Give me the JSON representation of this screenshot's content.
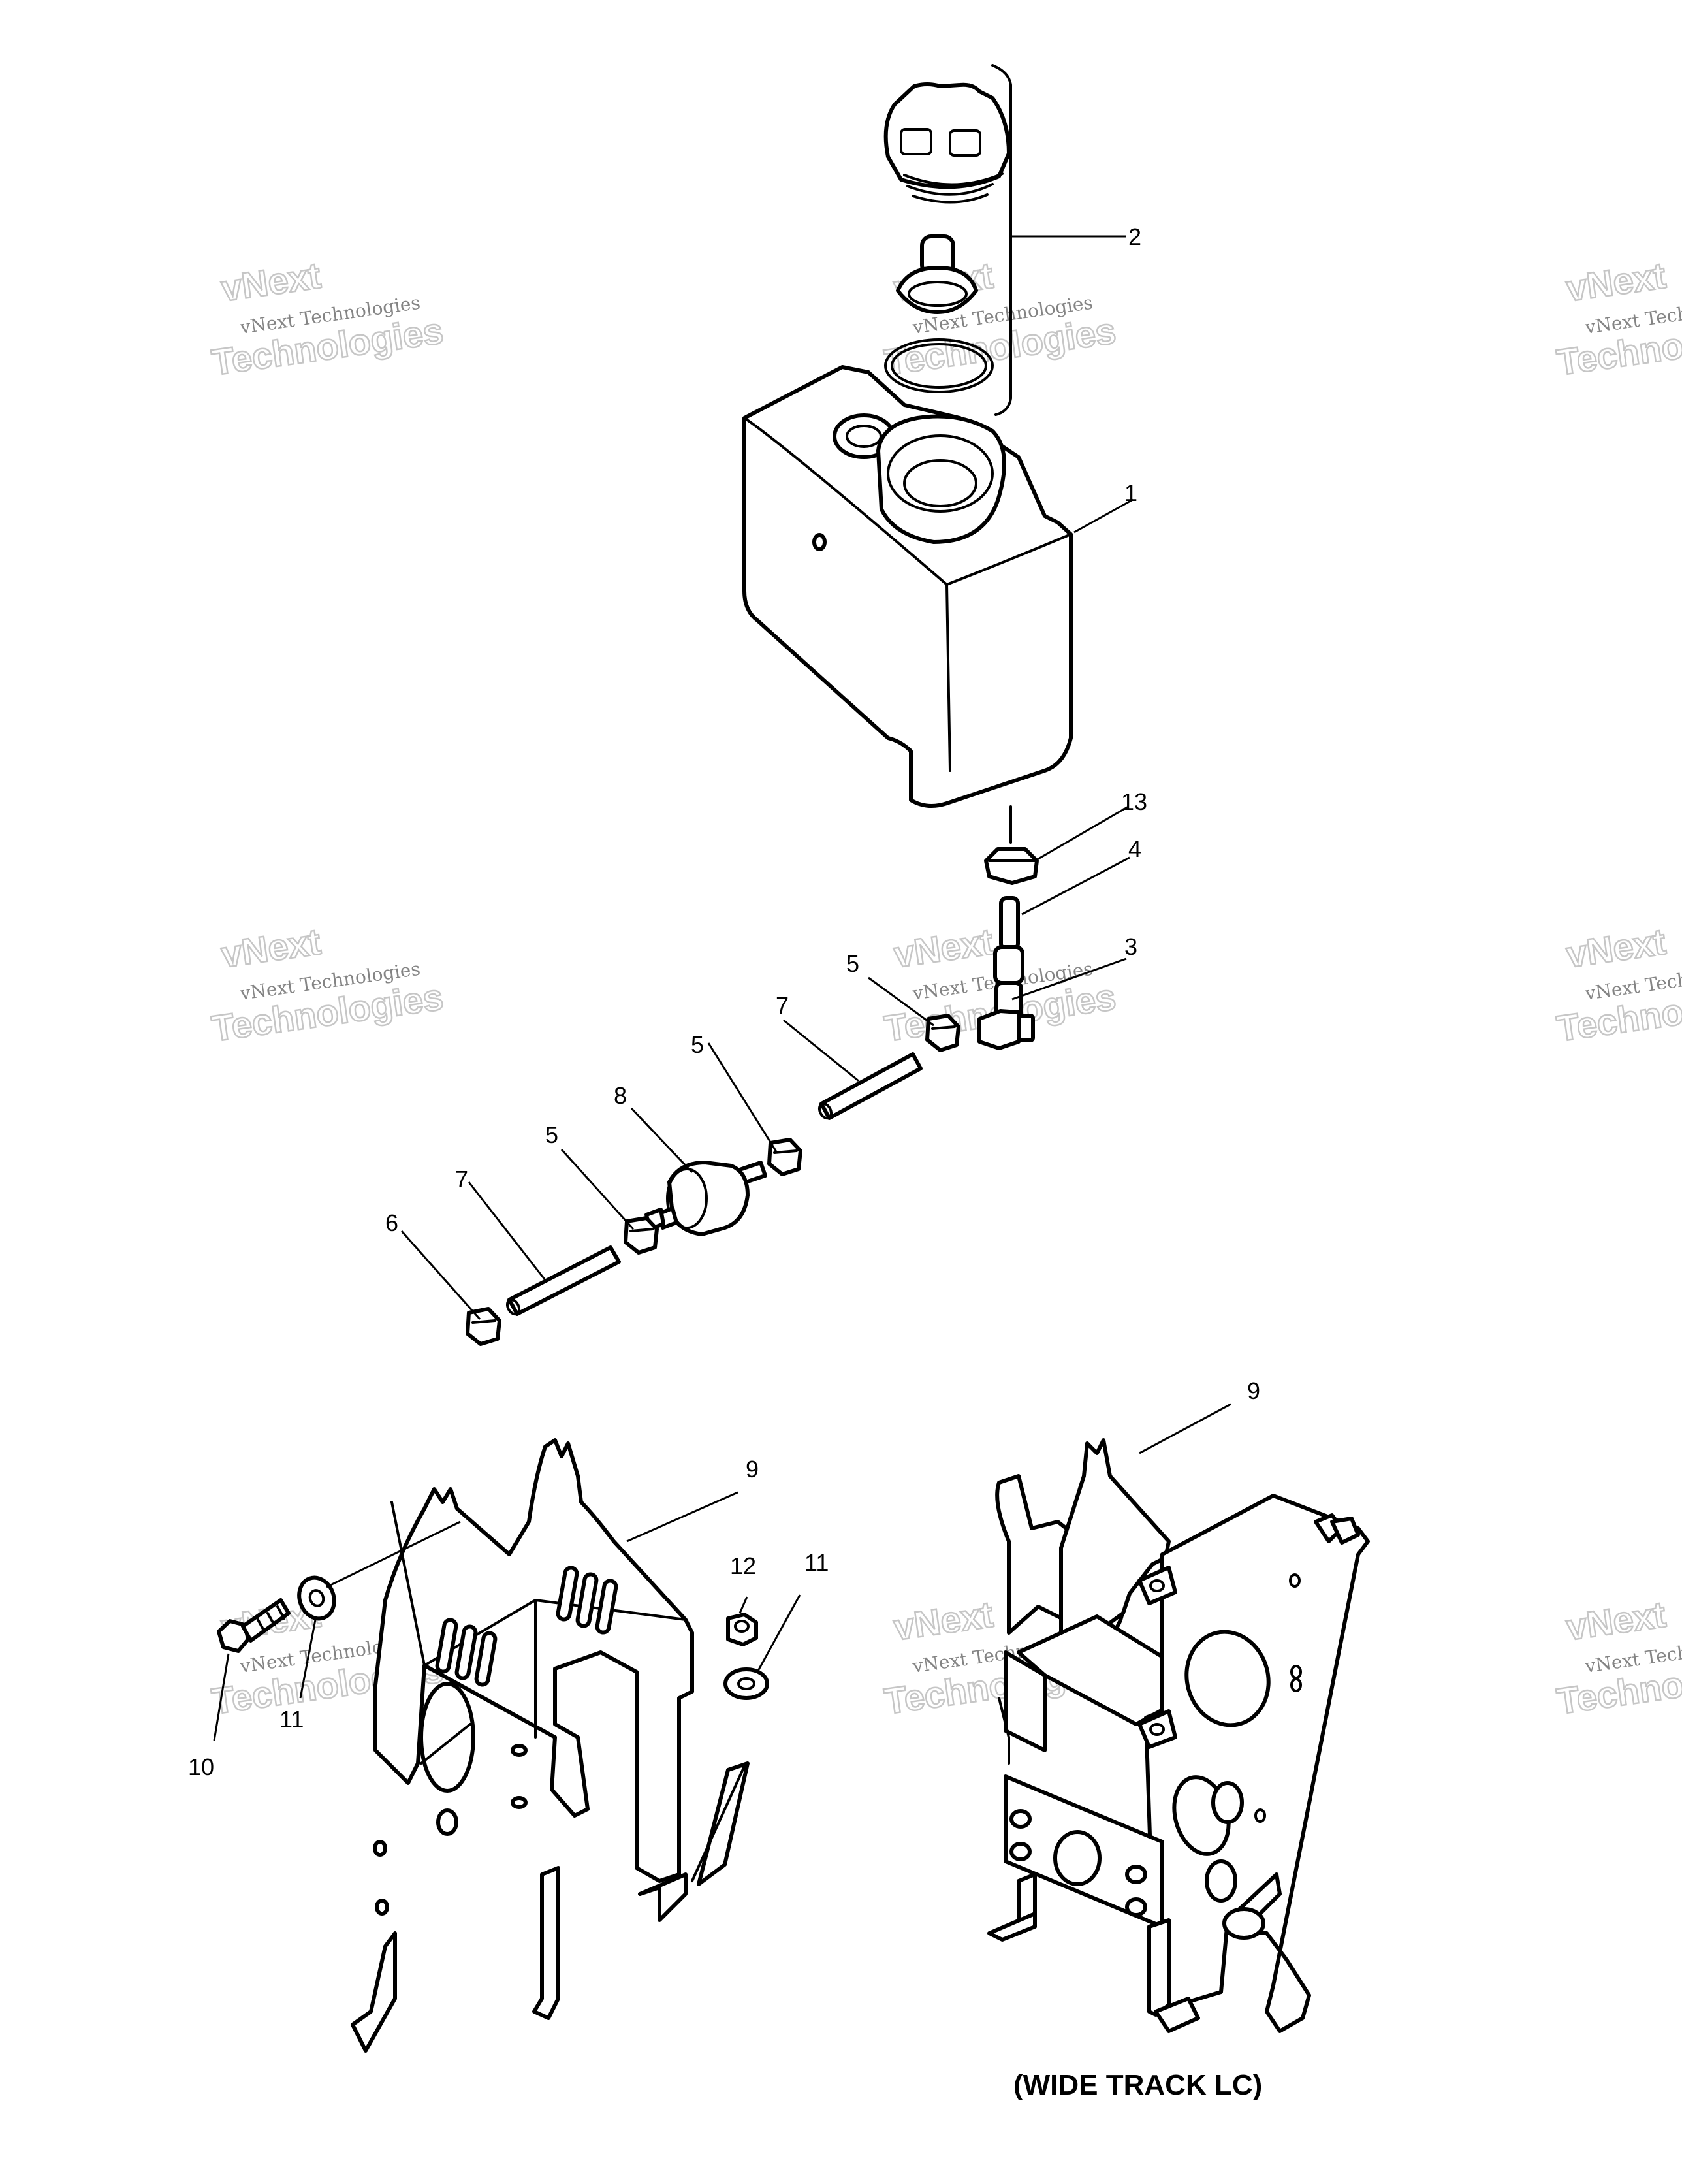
{
  "callouts": {
    "c1": "1",
    "c2": "2",
    "c3": "3",
    "c4": "4",
    "c5a": "5",
    "c5b": "5",
    "c5c": "5",
    "c6": "6",
    "c7a": "7",
    "c7b": "7",
    "c8": "8",
    "c9a": "9",
    "c9b": "9",
    "c10": "10",
    "c11a": "11",
    "c11b": "11",
    "c12": "12",
    "c13": "13"
  },
  "caption": "(WIDE TRACK LC)",
  "watermark": {
    "line1": "vNext",
    "line2": "vNext Technologies",
    "line3": "Technologies"
  },
  "colors": {
    "ink": "#000000",
    "paper": "#ffffff",
    "watermark": "#b8b8b8"
  }
}
